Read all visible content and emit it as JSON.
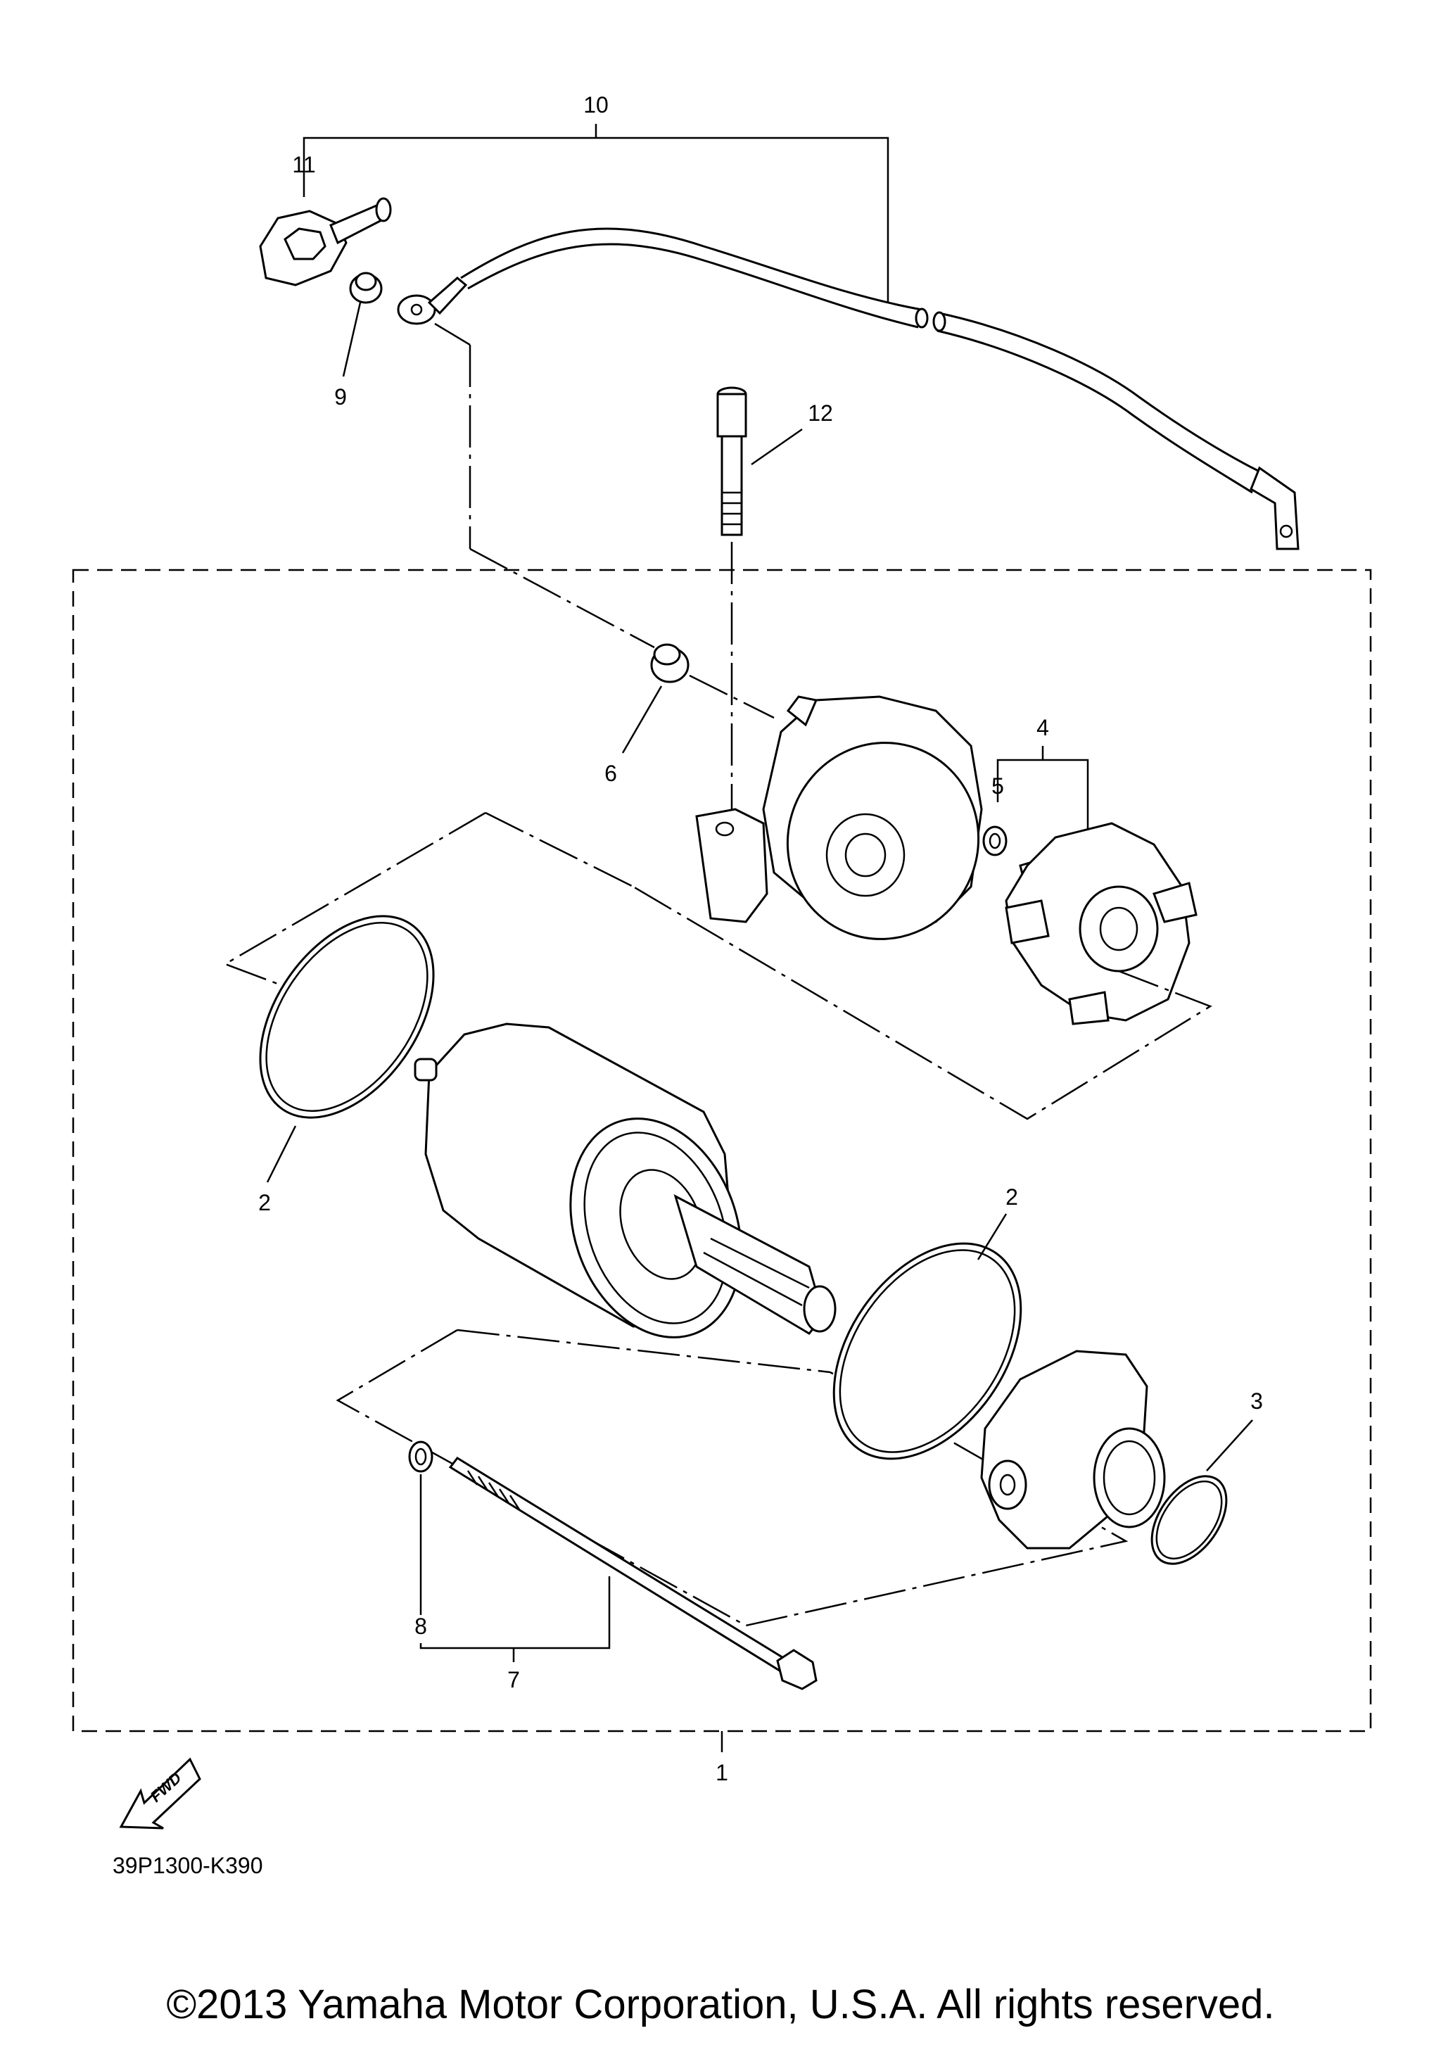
{
  "diagram_code": "39P1300-K390",
  "fwd_label": "FWD",
  "copyright": "©2013 Yamaha Motor Corporation, U.S.A. All rights reserved.",
  "callouts": {
    "c1": "1",
    "c2a": "2",
    "c2b": "2",
    "c3": "3",
    "c4": "4",
    "c5": "5",
    "c6": "6",
    "c7": "7",
    "c8": "8",
    "c9": "9",
    "c10": "10",
    "c11": "11",
    "c12": "12"
  },
  "parts": [
    {
      "ref": "1",
      "name": "starting-motor-assembly"
    },
    {
      "ref": "2",
      "name": "o-ring"
    },
    {
      "ref": "3",
      "name": "o-ring"
    },
    {
      "ref": "4",
      "name": "brush-set"
    },
    {
      "ref": "5",
      "name": "washer"
    },
    {
      "ref": "6",
      "name": "nut"
    },
    {
      "ref": "7",
      "name": "bolt-set"
    },
    {
      "ref": "8",
      "name": "o-ring"
    },
    {
      "ref": "9",
      "name": "nut"
    },
    {
      "ref": "10",
      "name": "starter-motor-lead"
    },
    {
      "ref": "11",
      "name": "cap"
    },
    {
      "ref": "12",
      "name": "bolt"
    }
  ]
}
